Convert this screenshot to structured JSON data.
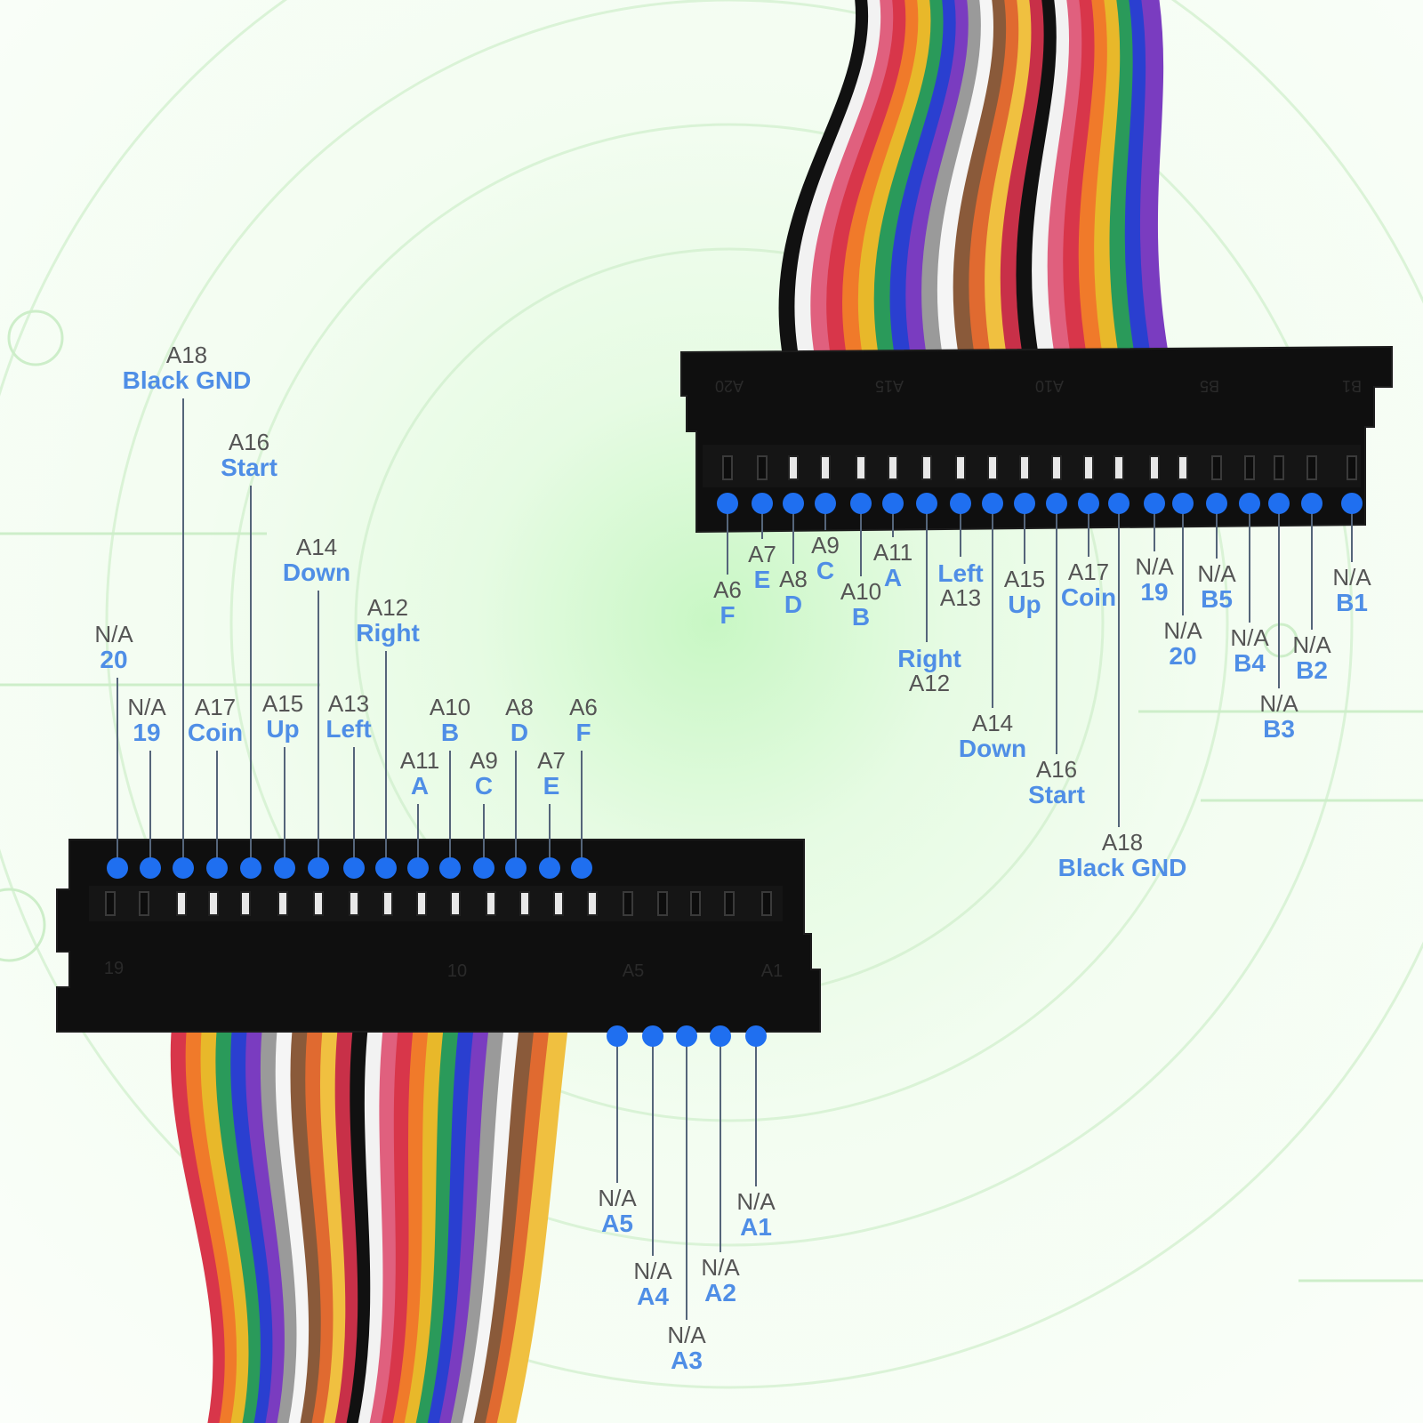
{
  "colors": {
    "accent": "#4f8ee6",
    "code": "#555555",
    "dot": "#1f6ff0",
    "connector": "#0f0f0f",
    "background": "#e6fbe3"
  },
  "top_connector": {
    "pins": [
      {
        "code": "A6",
        "name": "F"
      },
      {
        "code": "A7",
        "name": "E"
      },
      {
        "code": "A8",
        "name": "D"
      },
      {
        "code": "A9",
        "name": "C"
      },
      {
        "code": "A10",
        "name": "B"
      },
      {
        "code": "A11",
        "name": "A"
      },
      {
        "code": "A12",
        "name": "Right"
      },
      {
        "code": "A13",
        "name": "Left"
      },
      {
        "code": "A14",
        "name": "Down"
      },
      {
        "code": "A15",
        "name": "Up"
      },
      {
        "code": "A16",
        "name": "Start"
      },
      {
        "code": "A17",
        "name": "Coin"
      },
      {
        "code": "A18",
        "name": "Black GND"
      },
      {
        "code": "N/A",
        "name": "19"
      },
      {
        "code": "N/A",
        "name": "20"
      },
      {
        "code": "N/A",
        "name": "B5"
      },
      {
        "code": "N/A",
        "name": "B4"
      },
      {
        "code": "N/A",
        "name": "B3"
      },
      {
        "code": "N/A",
        "name": "B2"
      },
      {
        "code": "N/A",
        "name": "B1"
      }
    ],
    "body_marks": [
      "A20",
      "A15",
      "A10",
      "B5",
      "B1"
    ]
  },
  "bottom_connector": {
    "top_pins": [
      {
        "code": "N/A",
        "name": "20"
      },
      {
        "code": "N/A",
        "name": "19"
      },
      {
        "code": "A18",
        "name": "Black GND"
      },
      {
        "code": "A17",
        "name": "Coin"
      },
      {
        "code": "A16",
        "name": "Start"
      },
      {
        "code": "A15",
        "name": "Up"
      },
      {
        "code": "A14",
        "name": "Down"
      },
      {
        "code": "A13",
        "name": "Left"
      },
      {
        "code": "A12",
        "name": "Right"
      },
      {
        "code": "A11",
        "name": "A"
      },
      {
        "code": "A10",
        "name": "B"
      },
      {
        "code": "A9",
        "name": "C"
      },
      {
        "code": "A8",
        "name": "D"
      },
      {
        "code": "A7",
        "name": "E"
      },
      {
        "code": "A6",
        "name": "F"
      }
    ],
    "bottom_pins": [
      {
        "code": "N/A",
        "name": "A5"
      },
      {
        "code": "N/A",
        "name": "A4"
      },
      {
        "code": "N/A",
        "name": "A3"
      },
      {
        "code": "N/A",
        "name": "A2"
      },
      {
        "code": "N/A",
        "name": "A1"
      }
    ],
    "body_marks": [
      "19",
      "10",
      "A5",
      "A1"
    ]
  },
  "wire_colors": [
    "#111111",
    "#f2f2f2",
    "#e0607e",
    "#d8364a",
    "#f07a2a",
    "#e8b82a",
    "#2a9a5a",
    "#2a3fd0",
    "#7a3cc0",
    "#9a9a9a",
    "#f5f5f5",
    "#8a5a3a",
    "#e06a30",
    "#f0c040",
    "#c83048"
  ]
}
